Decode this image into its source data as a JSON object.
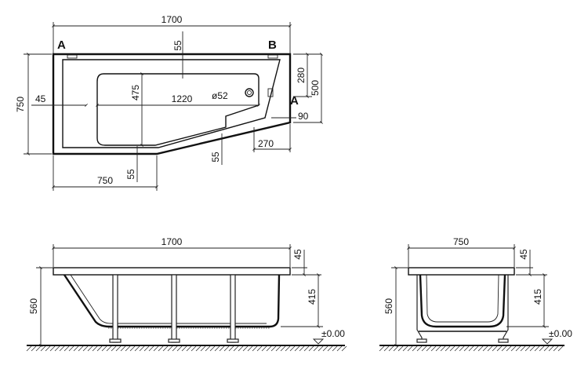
{
  "top_view": {
    "overall_length": "1700",
    "rim_width": "55",
    "section_mark_a_left": "A",
    "section_mark_b": "B",
    "section_mark_a_right": "A",
    "depth_right": "280",
    "depth_short_side": "500",
    "overall_width": "750",
    "rim_left": "45",
    "inner_width": "475",
    "inner_length": "1220",
    "drain_diameter": "ø52",
    "offset_right": "90",
    "angled_run": "270",
    "rim_bottom": "55",
    "rim_bottom_2": "55",
    "straight_length": "750"
  },
  "front_view": {
    "overall_length": "1700",
    "rim_thickness": "45",
    "total_height": "560",
    "tub_height": "415",
    "floor_level": "±0.00"
  },
  "side_view": {
    "overall_width": "750",
    "rim_thickness": "45",
    "total_height": "560",
    "tub_height": "415",
    "floor_level": "±0.00"
  }
}
